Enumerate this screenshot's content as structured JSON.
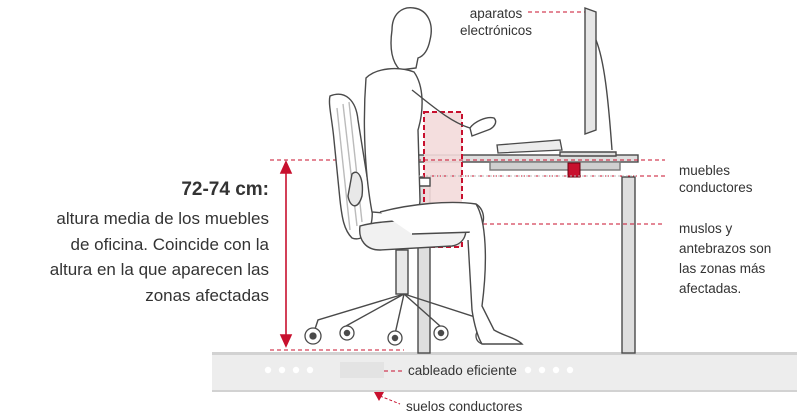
{
  "labels": {
    "electronics": "aparatos\nelectrónicos",
    "furniture": "muebles\nconductores",
    "thighs": "muslos y\nantebrazos son\nlas zonas más\nafectadas.",
    "cabling": "cableado eficiente",
    "floors": "suelos conductores"
  },
  "height_note": {
    "title": "72-74 cm:",
    "lines": [
      "altura media de los muebles",
      "de oficina. Coincide con la",
      "altura en la que aparecen las",
      "zonas afectadas"
    ]
  },
  "colors": {
    "accent": "#c8102e",
    "zone_fill": "#f3dada",
    "outline": "#4a4a4a",
    "furniture_gray": "#dcdcdc"
  }
}
